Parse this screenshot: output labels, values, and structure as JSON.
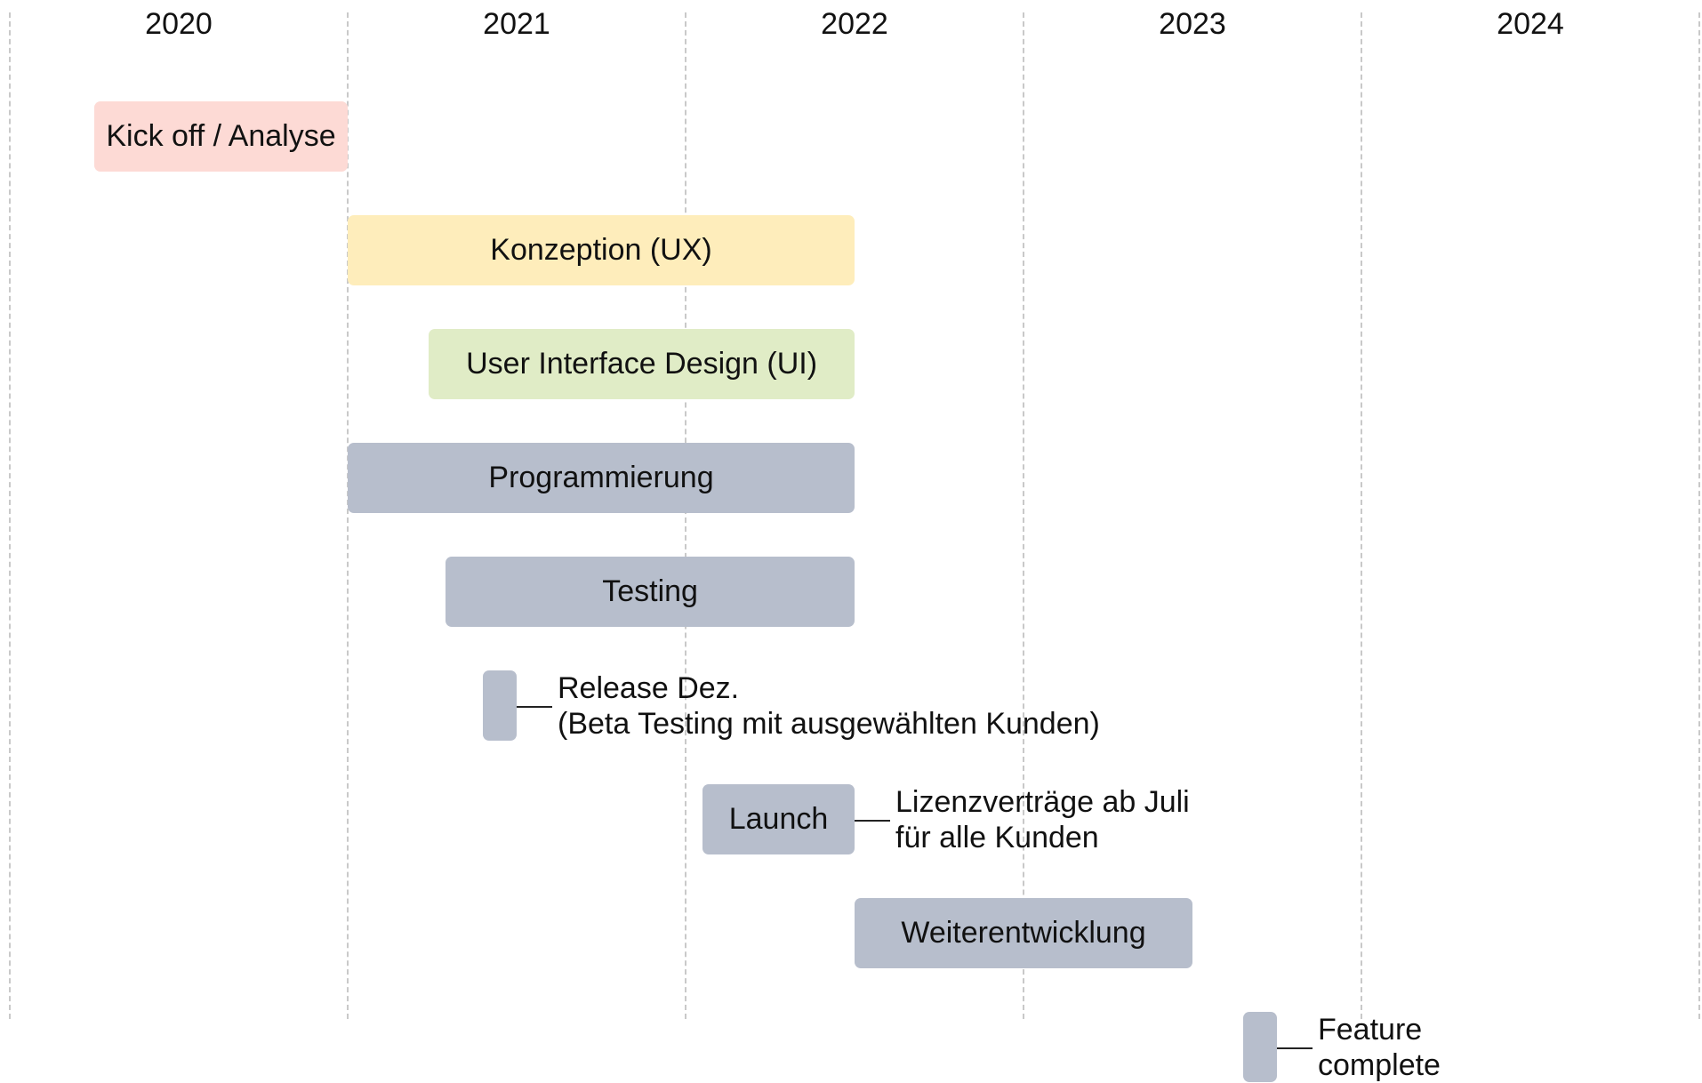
{
  "timeline": {
    "years": [
      "2020",
      "2021",
      "2022",
      "2023",
      "2024"
    ],
    "tasks": [
      {
        "label": "Kick off / Analyse",
        "start": 2020.75,
        "end": 2021.5,
        "color": "#fddad5",
        "name": "task-kickoff-analyse"
      },
      {
        "label": "Konzeption (UX)",
        "start": 2021.5,
        "end": 2023.0,
        "color": "#feedbb",
        "name": "task-konzeption-ux"
      },
      {
        "label": "User Interface Design (UI)",
        "start": 2021.74,
        "end": 2023.0,
        "color": "#e0ecc6",
        "name": "task-ui-design"
      },
      {
        "label": "Programmierung",
        "start": 2021.5,
        "end": 2023.0,
        "color": "#b7becc",
        "name": "task-programmierung"
      },
      {
        "label": "Testing",
        "start": 2021.79,
        "end": 2023.0,
        "color": "#b7becc",
        "name": "task-testing"
      },
      {
        "label": "",
        "start": 2021.9,
        "end": 2022.0,
        "color": "#b7becc",
        "name": "milestone-release",
        "note": [
          "Release Dez.",
          "(Beta Testing mit ausgewählten Kunden)"
        ]
      },
      {
        "label": "Launch",
        "start": 2022.55,
        "end": 2023.0,
        "color": "#b7becc",
        "name": "task-launch",
        "note": [
          "Lizenzverträge ab Juli",
          "für alle Kunden"
        ]
      },
      {
        "label": "Weiterentwicklung",
        "start": 2023.0,
        "end": 2024.0,
        "color": "#b7becc",
        "name": "task-weiterentwicklung"
      },
      {
        "label": "",
        "start": 2024.15,
        "end": 2024.25,
        "color": "#b7becc",
        "name": "milestone-feature-complete",
        "note": [
          "Feature",
          "complete"
        ]
      }
    ]
  }
}
